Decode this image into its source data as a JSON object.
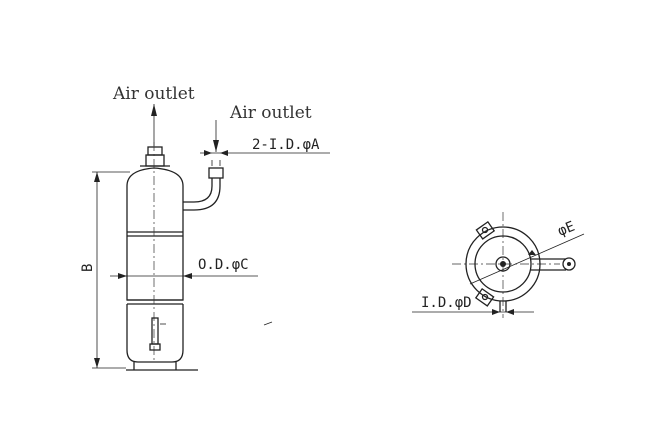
{
  "labels": {
    "air_outlet_top": "Air outlet",
    "air_outlet_side": "Air outlet",
    "dim_A": "2-I.D.φA",
    "dim_C": "O.D.φC",
    "dim_B": "B",
    "dim_E": "φE",
    "dim_D": "I.D.φD"
  },
  "colors": {
    "line": "#222222",
    "background": "#ffffff"
  }
}
